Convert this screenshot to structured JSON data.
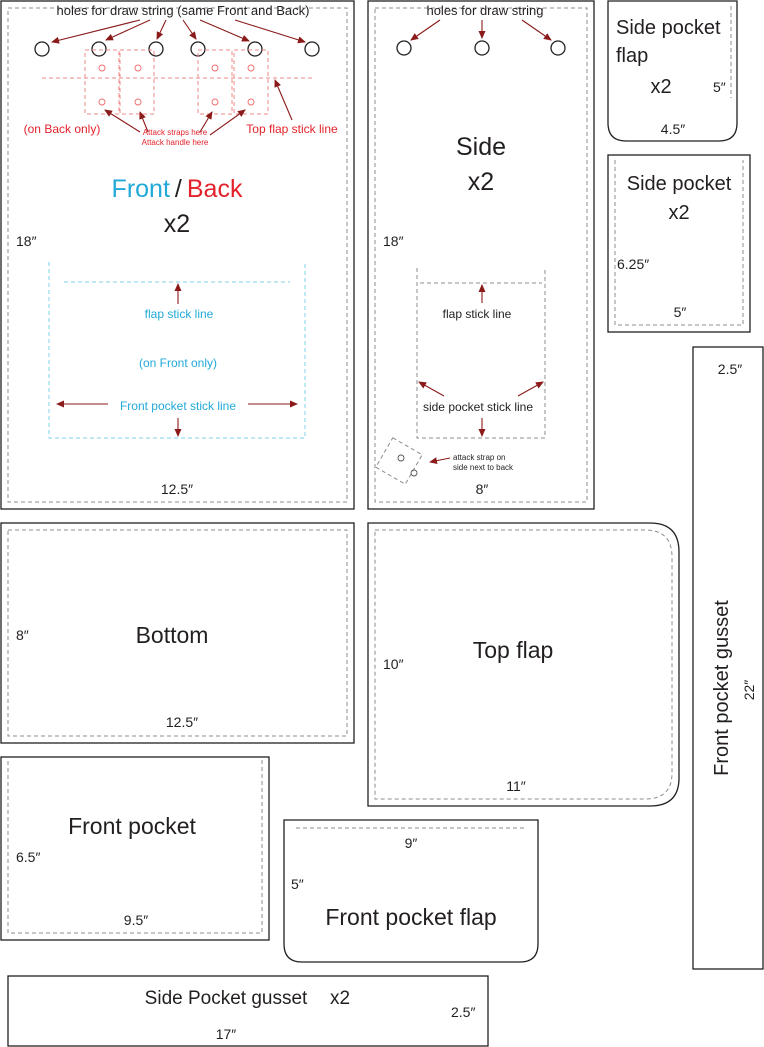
{
  "colors": {
    "front_blue": "#21a9d8",
    "back_red": "#e3222b",
    "arrow": "#8b1a1a",
    "outline": "#231f20",
    "seam": "#8c8c8c"
  },
  "front_back": {
    "holes_note": "holes for draw string (same Front and Back)",
    "on_back_only": "(on Back only)",
    "attach_straps": "Attack straps here",
    "attach_handle": "Attack handle here",
    "top_flap_line": "Top flap stick line",
    "title_front": "Front",
    "title_slash": "/",
    "title_back": "Back",
    "qty": "x2",
    "height": "18″",
    "width": "12.5″",
    "flap_line": "flap stick line",
    "on_front_only": "(on Front only)",
    "pocket_line": "Front pocket stick line"
  },
  "side": {
    "holes_note": "holes for draw string",
    "title": "Side",
    "qty": "x2",
    "height": "18″",
    "width": "8″",
    "flap_line": "flap stick line",
    "pocket_line": "side pocket stick line",
    "strap_note_1": "attack strap on",
    "strap_note_2": "side next to back"
  },
  "side_pocket_flap": {
    "title_1": "Side pocket",
    "title_2": "flap",
    "qty": "x2",
    "height": "5″",
    "width": "4.5″"
  },
  "side_pocket": {
    "title": "Side pocket",
    "qty": "x2",
    "height": "6.25″",
    "width": "5″"
  },
  "front_pocket_gusset": {
    "title": "Front pocket gusset",
    "length": "22″",
    "width": "2.5″"
  },
  "bottom": {
    "title": "Bottom",
    "height": "8″",
    "width": "12.5″"
  },
  "top_flap": {
    "title": "Top flap",
    "height": "10″",
    "width": "11″"
  },
  "front_pocket": {
    "title": "Front pocket",
    "height": "6.5″",
    "width": "9.5″"
  },
  "front_pocket_flap": {
    "title": "Front pocket flap",
    "height": "5″",
    "width": "9″"
  },
  "side_pocket_gusset": {
    "title": "Side Pocket gusset",
    "qty": "x2",
    "length": "17″",
    "width": "2.5″"
  }
}
